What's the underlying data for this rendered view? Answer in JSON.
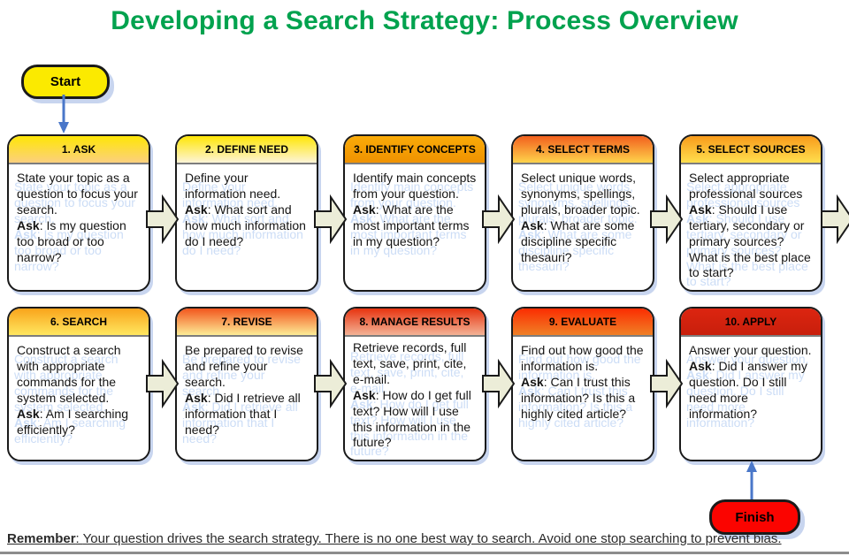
{
  "title": "Developing a Search Strategy: Process Overview",
  "labels": {
    "start": "Start",
    "finish": "Finish",
    "ask": "Ask",
    "ask_sep": ": "
  },
  "footer": {
    "remember_label": "Remember",
    "remember_sep": ": ",
    "text": "Your question drives the search strategy. There is no one best way to search. Avoid one stop searching to prevent bias."
  },
  "colors": {
    "title_green": "#00A24E",
    "start_yellow": "#FBEA00",
    "finish_red": "#FB0400",
    "arrow_beige": "#ECEDD8",
    "arrow_stroke": "#1A1A1A",
    "connector_blue": "#4A77C9",
    "ghost_blue": "rgba(163,193,239,0.55)",
    "shadow_blue": "rgba(186,203,235,0.8)",
    "box_border": "#1A1A1A",
    "footer_rule_gray": "#8C8C8C"
  },
  "steps": [
    {
      "title": "1. ASK",
      "header_top": "#FFE606",
      "header_bottom": "#FBD07E",
      "lead": "State your topic as a question to focus your search.",
      "ask": "Is my question too broad or too narrow?"
    },
    {
      "title": "2. DEFINE NEED",
      "header_top": "#FFE606",
      "header_bottom": "#FDF4D8",
      "lead": "Define your information need.",
      "ask": "What sort and how much information do I need?"
    },
    {
      "title": "3. IDENTIFY CONCEPTS",
      "header_top": "#FAAB08",
      "header_bottom": "#EF9201",
      "lead": "Identify main concepts from your question.",
      "ask": "What are the most important terms in my question?"
    },
    {
      "title": "4. SELECT TERMS",
      "header_top": "#F2601E",
      "header_bottom": "#FED34B",
      "lead": "Select unique words, synonyms, spellings, plurals, broader topic.",
      "ask": "What are some discipline specific thesauri?"
    },
    {
      "title": "5. SELECT SOURCES",
      "header_top": "#F89B1B",
      "header_bottom": "#FFDF4E",
      "lead": "Select appropriate professional sources",
      "ask": "Should I use tertiary, secondary or primary sources? What is the best place to start?"
    },
    {
      "title": "6. SEARCH",
      "header_top": "#F9A41B",
      "header_bottom": "#FFE760",
      "lead": "Construct a search with appropriate commands for the system selected.",
      "ask": "Am I searching efficiently?"
    },
    {
      "title": "7. REVISE",
      "header_top": "#F2551D",
      "header_bottom": "#FDEC96",
      "lead": "Be prepared to revise and refine your search.",
      "ask": "Did I retrieve all information that I need?"
    },
    {
      "title": "8. MANAGE RESULTS",
      "header_top": "#E7330F",
      "header_bottom": "#F3B295",
      "lead": "Retrieve records, full text, save, print, cite, e-mail.",
      "ask": "How do I get full text? How will I use this information in the future?"
    },
    {
      "title": "9. EVALUATE",
      "header_top": "#FB2D01",
      "header_bottom": "#F08026",
      "lead": "Find out how good the information is.",
      "ask": "Can I trust this information? Is this a highly cited article?"
    },
    {
      "title": "10. APPLY",
      "header_top": "#DC2510",
      "header_bottom": "#C81F0C",
      "lead": "Answer your question.",
      "ask": "Did I answer my question. Do I still need more information?"
    }
  ]
}
